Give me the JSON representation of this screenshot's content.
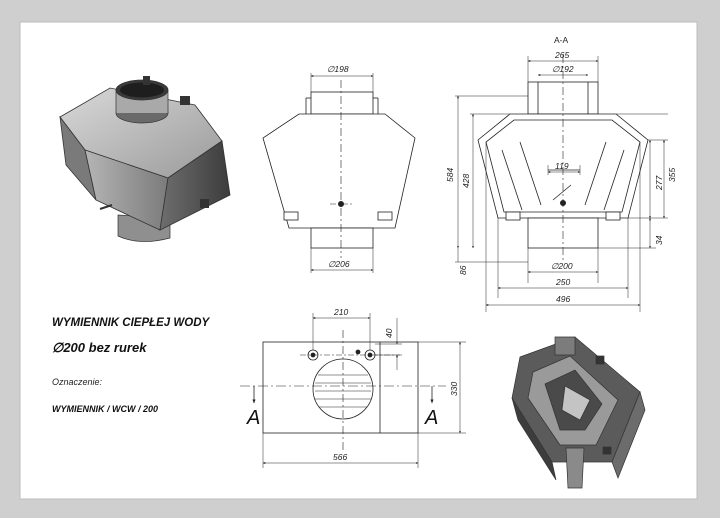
{
  "title": {
    "line1": "WYMIENNIK CIEPŁEJ WODY",
    "line2": "∅200 bez rurek",
    "designation_label": "Oznaczenie:",
    "designation_value": "WYMIENNIK / WCW / 200"
  },
  "front_view": {
    "dim_top": "∅198",
    "dim_bottom": "∅206"
  },
  "section_view": {
    "section_label": "A-A",
    "dim_265": "265",
    "dim_192": "∅192",
    "dim_584": "584",
    "dim_428": "428",
    "dim_119": "119",
    "dim_355": "355",
    "dim_277": "277",
    "dim_34": "34",
    "dim_86": "86",
    "dim_200": "∅200",
    "dim_250": "250",
    "dim_496": "496"
  },
  "top_view": {
    "dim_210": "210",
    "dim_40": "40",
    "dim_330": "330",
    "dim_566": "566",
    "cut_left": "A",
    "cut_right": "A"
  },
  "colors": {
    "background": "#cfcfcf",
    "paper": "#ffffff",
    "line": "#222222",
    "metal_dark": "#4a4a4a",
    "metal_mid": "#8a8a8a",
    "metal_light": "#c8c8c8"
  }
}
